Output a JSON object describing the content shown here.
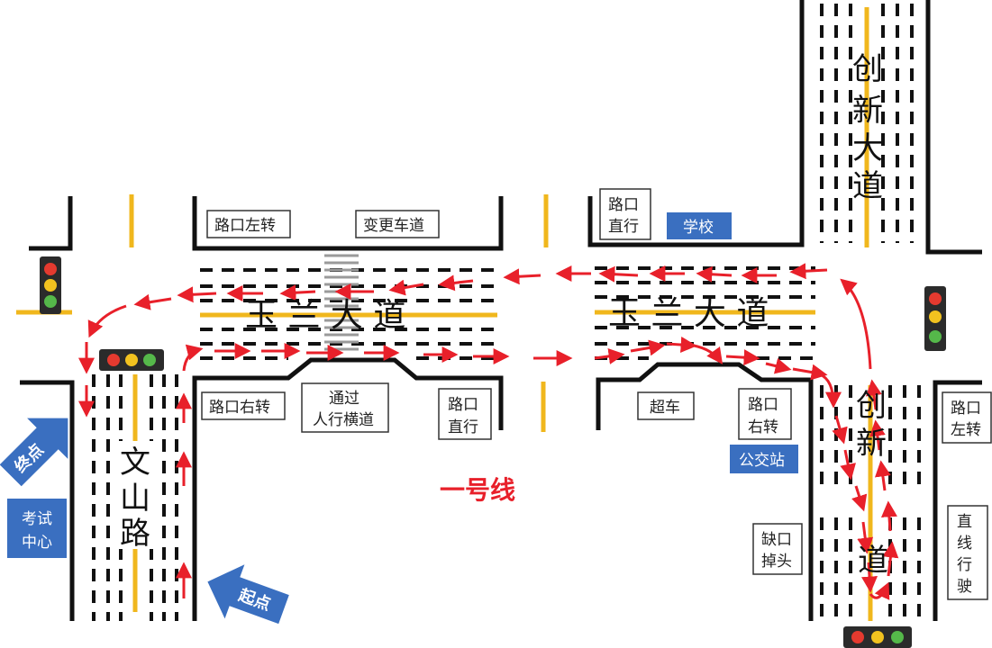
{
  "roads": {
    "yulan_west": "玉 兰 大 道",
    "yulan_east": "玉 兰 大 道",
    "chuangxin_north": [
      "创",
      "新",
      "大",
      "道"
    ],
    "chuangxin_south": [
      "创",
      "新",
      "道"
    ],
    "wenshan": [
      "文",
      "山",
      "路"
    ]
  },
  "labels": {
    "left_turn_top": "路口左转",
    "change_lane": "变更车道",
    "straight_top": [
      "路口",
      "直行"
    ],
    "right_turn_left": "路口右转",
    "crosswalk": [
      "通过",
      "人行横道"
    ],
    "straight_mid": [
      "路口",
      "直行"
    ],
    "overtake": "超车",
    "right_turn_right": [
      "路口",
      "右转"
    ],
    "left_turn_right": [
      "路口",
      "左转"
    ],
    "uturn": [
      "缺口",
      "掉头"
    ],
    "straight_drive": [
      "直",
      "线",
      "行",
      "驶"
    ]
  },
  "blue_labels": {
    "school": "学校",
    "bus_stop": "公交站",
    "exam_center": [
      "考试",
      "中心"
    ]
  },
  "points": {
    "end": "终点",
    "start": "起点"
  },
  "route_title": "一号线",
  "colors": {
    "road_line": "#111111",
    "center_line": "#f0b71d",
    "route": "#e8202a",
    "blue": "#3a6fc0"
  }
}
